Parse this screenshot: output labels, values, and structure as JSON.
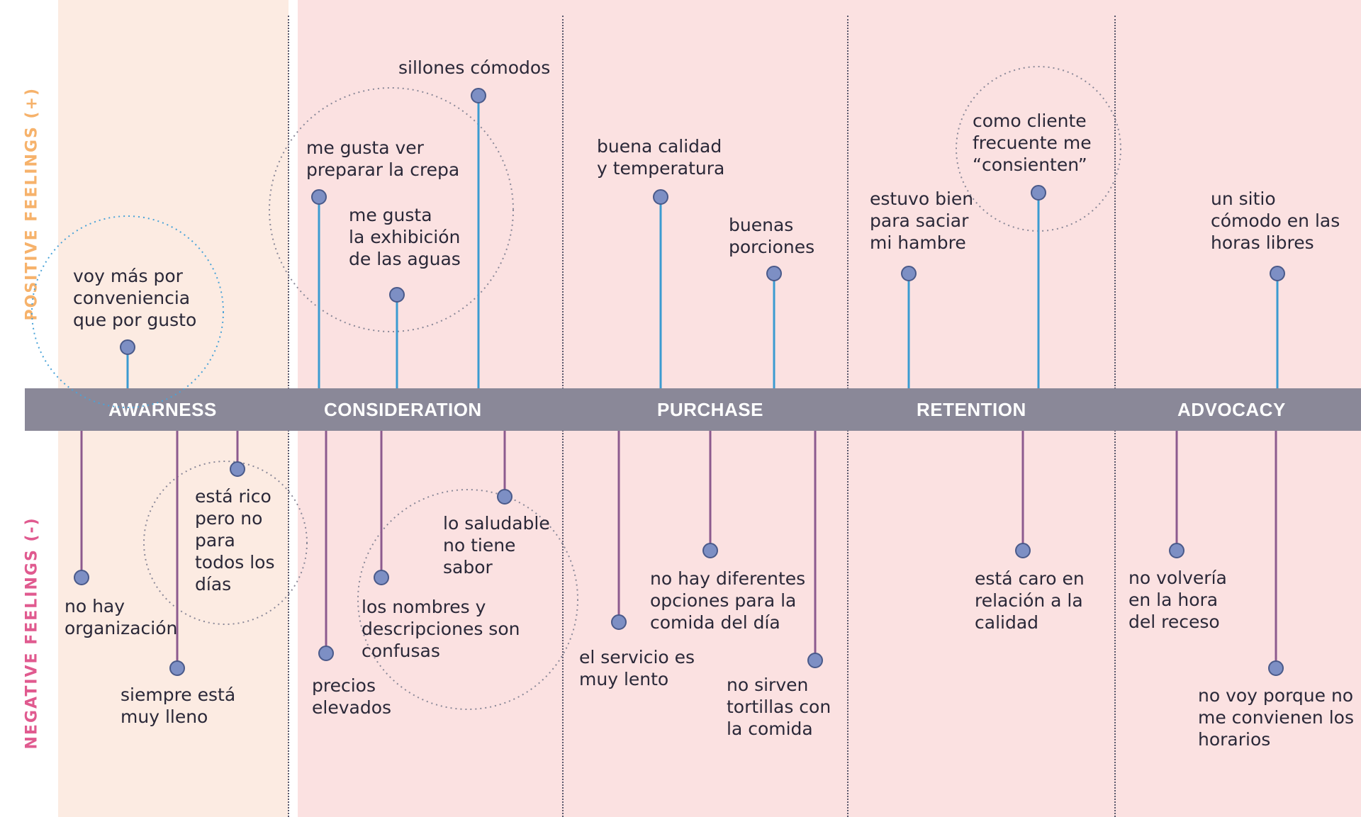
{
  "axis": {
    "positive": "POSITIVE FEELINGS (+)",
    "negative": "NEGATIVE FEELINGS (-)"
  },
  "stages": [
    "AWARNESS",
    "CONSIDERATION",
    "PURCHASE",
    "RETENTION",
    "ADVOCACY"
  ],
  "colors": {
    "positive_line": "#3b9bd1",
    "negative_line": "#8c5a8e",
    "pin_fill": "#7d8fc4",
    "circle_blue": "#4aa3d8",
    "circle_gray": "#8a8898"
  },
  "positive": [
    {
      "stage": "AWARNESS",
      "text": "voy más por\nconveniencia\nque por gusto"
    },
    {
      "stage": "CONSIDERATION",
      "text": "me gusta ver\npreparar la crepa"
    },
    {
      "stage": "CONSIDERATION",
      "text": "me gusta\nla exhibición\nde las aguas"
    },
    {
      "stage": "CONSIDERATION",
      "text": "sillones cómodos"
    },
    {
      "stage": "PURCHASE",
      "text": "buena calidad\ny temperatura"
    },
    {
      "stage": "PURCHASE",
      "text": "buenas\nporciones"
    },
    {
      "stage": "RETENTION",
      "text": "estuvo bien\npara saciar\nmi hambre"
    },
    {
      "stage": "RETENTION",
      "text": "como cliente\nfrecuente me\n“consienten”"
    },
    {
      "stage": "ADVOCACY",
      "text": "un sitio\ncómodo en las\nhoras libres"
    }
  ],
  "negative": [
    {
      "stage": "AWARNESS",
      "text": "no hay\norganización"
    },
    {
      "stage": "AWARNESS",
      "text": "siempre está\nmuy lleno"
    },
    {
      "stage": "AWARNESS",
      "text": "está rico\npero no\npara\ntodos los\ndías"
    },
    {
      "stage": "CONSIDERATION",
      "text": "precios\nelevados"
    },
    {
      "stage": "CONSIDERATION",
      "text": "los nombres y\ndescripciones son\nconfusas"
    },
    {
      "stage": "CONSIDERATION",
      "text": "lo saludable\nno tiene\nsabor"
    },
    {
      "stage": "PURCHASE",
      "text": "el servicio es\nmuy lento"
    },
    {
      "stage": "PURCHASE",
      "text": "no hay diferentes\nopciones para la\ncomida del día"
    },
    {
      "stage": "PURCHASE",
      "text": "no sirven\ntortillas con\nla comida"
    },
    {
      "stage": "RETENTION",
      "text": "está caro en\nrelación a la\ncalidad"
    },
    {
      "stage": "ADVOCACY",
      "text": "no volvería\nen la hora\ndel receso"
    },
    {
      "stage": "ADVOCACY",
      "text": "no voy porque no\nme convienen los\nhorarios"
    }
  ]
}
